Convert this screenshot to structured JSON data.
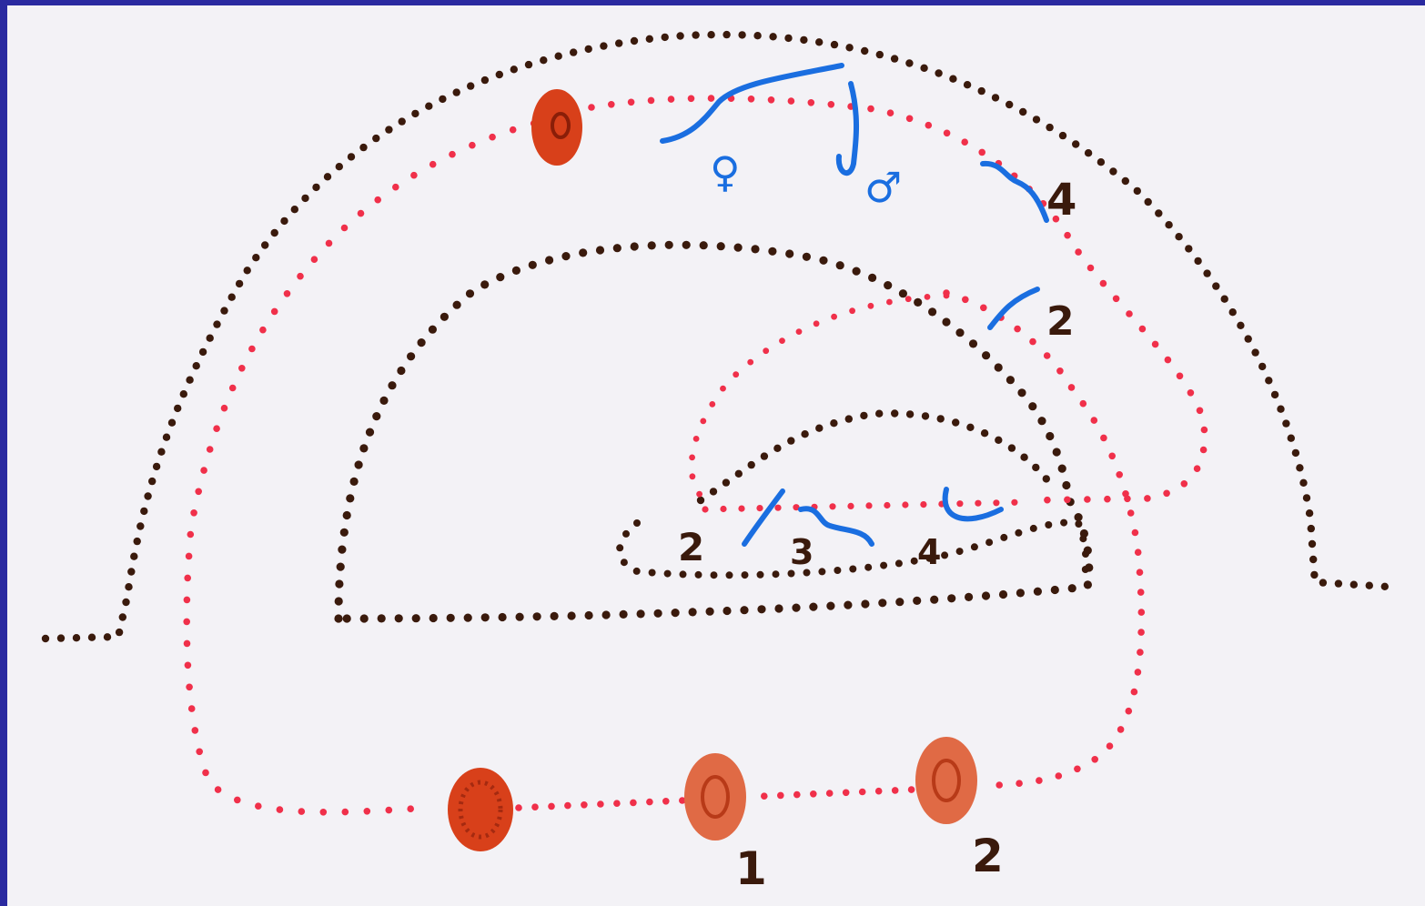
{
  "colors": {
    "border": "#2a2aa0",
    "paper": "#f3f2f6",
    "dark_dots": "#3a1a0c",
    "red_dots": "#f0304a",
    "blue_ink": "#1a6ee0",
    "organ": "#d8401a",
    "organ_light": "#e06a45"
  },
  "labels": {
    "outer_number": "4",
    "mid_number": "2",
    "inner_n2": "2",
    "inner_n3": "3",
    "inner_n4": "4",
    "node1_number": "1",
    "node2_number": "2"
  },
  "symbols": {
    "female": "♀",
    "male": "♂"
  },
  "icons": {
    "female_symbol": "female-symbol-icon",
    "male_symbol": "male-symbol-icon",
    "worm": "worm-icon",
    "node": "oval-node-icon"
  }
}
